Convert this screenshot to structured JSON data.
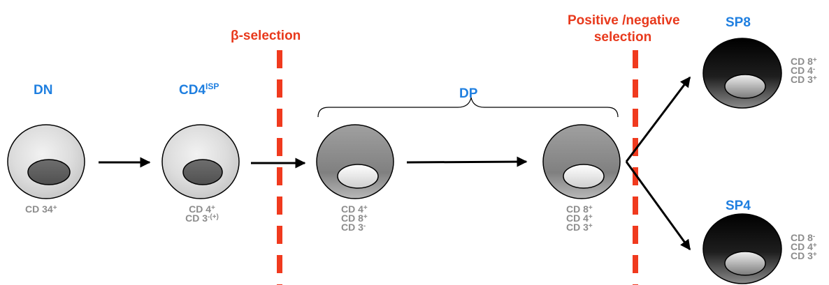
{
  "selections": {
    "beta": "β-selection",
    "posneg_line1": "Positive /negative",
    "posneg_line2": "selection"
  },
  "stages": {
    "dn": "DN",
    "cd4isp_main": "CD4",
    "cd4isp_sup": "ISP",
    "dp": "DP",
    "sp8": "SP8",
    "sp4": "SP4"
  },
  "markers": {
    "dn": [
      {
        "base": "CD 34",
        "sup": "+"
      }
    ],
    "cd4isp": [
      {
        "base": "CD 4",
        "sup": "+"
      },
      {
        "base": "CD 3",
        "sup": "-(+)"
      }
    ],
    "dp1": [
      {
        "base": "CD 4",
        "sup": "+"
      },
      {
        "base": "CD 8",
        "sup": "+"
      },
      {
        "base": "CD 3",
        "sup": "-"
      }
    ],
    "dp2": [
      {
        "base": "CD 8",
        "sup": "+"
      },
      {
        "base": "CD 4",
        "sup": "+"
      },
      {
        "base": "CD 3",
        "sup": "+"
      }
    ],
    "sp8": [
      {
        "base": "CD 8",
        "sup": "+"
      },
      {
        "base": "CD 4",
        "sup": "-"
      },
      {
        "base": "CD 3",
        "sup": "+"
      }
    ],
    "sp4": [
      {
        "base": "CD 8",
        "sup": "-"
      },
      {
        "base": "CD 4",
        "sup": "+"
      },
      {
        "base": "CD 3",
        "sup": "+"
      }
    ]
  },
  "colors": {
    "stage_label": "#1f7fe0",
    "selection_label": "#e8391c",
    "selection_line": "#f03a1e",
    "marker_text": "#8c8c8c",
    "arrow": "#000000"
  }
}
